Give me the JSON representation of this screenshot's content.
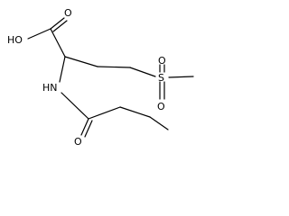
{
  "molecule": {
    "atoms": {
      "oh": "HO",
      "carbonyl_o_acid": "O",
      "nh": "HN",
      "s": "S",
      "sulfonyl_o_top": "O",
      "sulfonyl_o_bottom": "O",
      "amide_o": "O"
    }
  },
  "colors": {
    "bond": "#000000",
    "text": "#000000",
    "background": "#ffffff"
  }
}
